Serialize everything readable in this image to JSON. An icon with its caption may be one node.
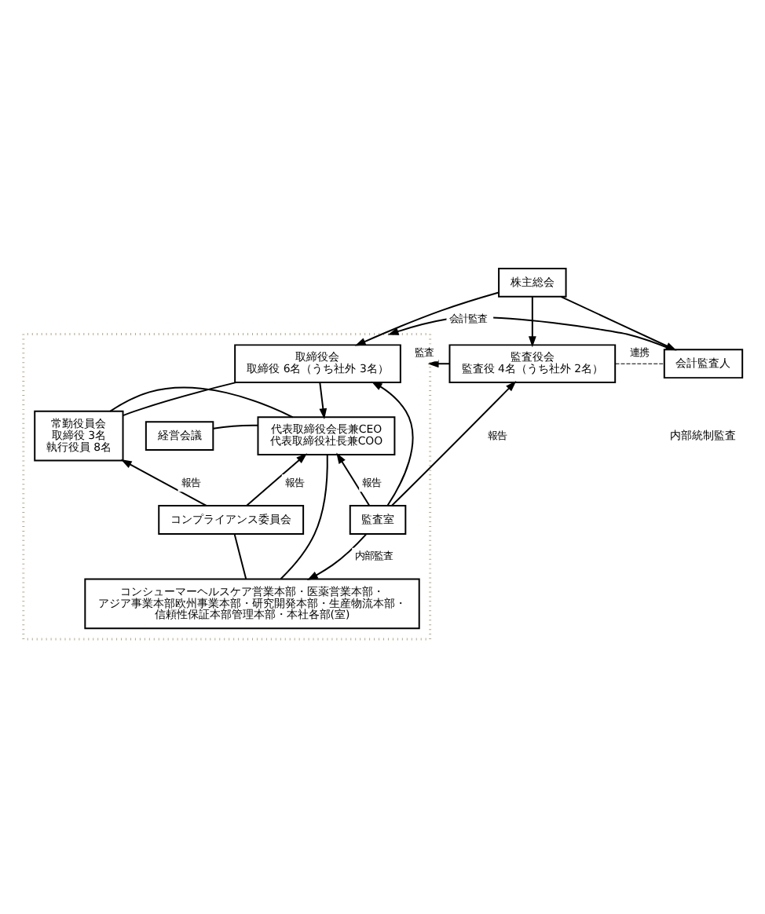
{
  "diagram": {
    "nodes": [
      {
        "text": [
          "株主総会"
        ]
      },
      {
        "text": [
          "監査役会",
          "監査役 4名（うち社外 2名）"
        ]
      },
      {
        "text": [],
        "shape": "box"
      },
      {
        "text": [
          "取締役会",
          "取締役 6名（うち社外 3名）"
        ],
        "in": 2
      },
      {
        "text": [
          "会計監査人"
        ]
      },
      {
        "text": [
          "経営会議"
        ],
        "in": 2
      },
      {
        "text": [
          "代表取締役会長兼CEO",
          "代表取締役社長兼COO"
        ],
        "in": 2
      },
      {
        "text": [
          "常勤役員会",
          "取締役 3名",
          "執行役員 8名"
        ],
        "in": 2
      },
      {
        "text": [
          "監査室"
        ],
        "in": 2
      },
      {
        "text": [
          "コンプライアンス委員会"
        ],
        "in": 2
      },
      {
        "text": [
          "コンシューマーヘルスケア営業本部・医薬営業本部・アジア事業本部欧州事業本部・研究開発本部・生産物流本部・信頼性保証本部管理本部・本社各部(室)"
        ],
        "in": 2
      }
    ],
    "edges": [
      {
        "from": 0,
        "to": 1,
        "arrow": "to"
      },
      {
        "from": 0,
        "to": 3,
        "arrow": "to"
      },
      {
        "from": 0,
        "to": 4,
        "arrow": "to"
      },
      {
        "from": 1,
        "to": 4,
        "arrow": "none",
        "style": "dashed",
        "label": "連携"
      },
      {
        "from": 1,
        "to": 2,
        "arrow": "to",
        "label": "監査"
      },
      {
        "from": 4,
        "to": 2,
        "arrow": "to",
        "label": "会計監査"
      },
      {
        "from": 3,
        "to": 6,
        "arrow": "to"
      },
      {
        "from": 3,
        "to": 7,
        "arrow": "none"
      },
      {
        "from": 5,
        "to": 6,
        "arrow": "none"
      },
      {
        "from": 6,
        "to": 7,
        "arrow": "none"
      },
      {
        "from": 8,
        "to": 1,
        "arrow": "to",
        "label": "報告"
      },
      {
        "from": 8,
        "to": 3,
        "arrow": "to"
      },
      {
        "from": 8,
        "to": 6,
        "arrow": "to",
        "label": "報告"
      },
      {
        "from": 9,
        "to": 6,
        "arrow": "to",
        "label": "報告"
      },
      {
        "from": 9,
        "to": 7,
        "arrow": "to",
        "label": "報告"
      },
      {
        "from": 8,
        "to": 10,
        "arrow": "to",
        "label": "内部監査"
      },
      {
        "from": 6,
        "to": 10,
        "arrow": "none"
      },
      {
        "from": 9,
        "to": 10,
        "arrow": "none"
      }
    ],
    "labels": [
      "内部統制監査"
    ]
  }
}
